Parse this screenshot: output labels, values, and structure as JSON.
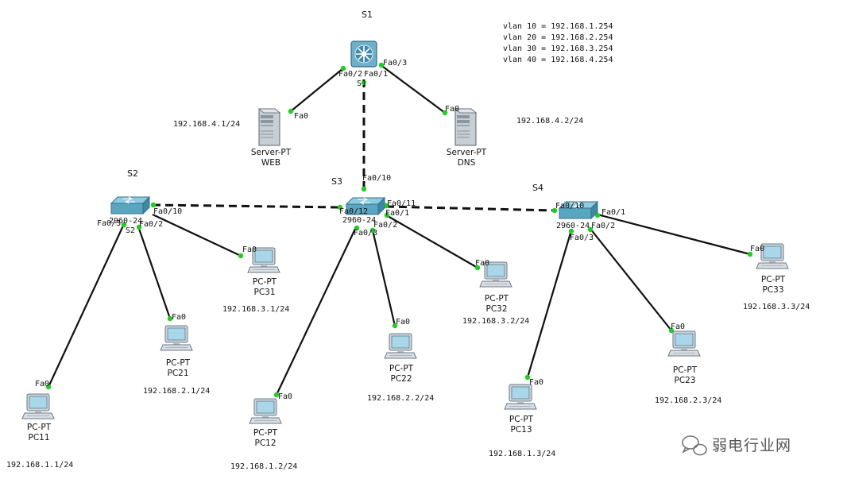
{
  "vlans": [
    "vlan 10 = 192.168.1.254",
    "vlan 20 = 192.168.2.254",
    "vlan 30 = 192.168.3.254",
    "vlan 40 = 192.168.4.254"
  ],
  "switches": {
    "s1": {
      "top": "S1",
      "model": "",
      "name": "S1"
    },
    "s2": {
      "top": "S2",
      "model": "2960-24",
      "name": "S2"
    },
    "s3": {
      "top": "S3",
      "model": "2960-24",
      "name": ""
    },
    "s4": {
      "top": "S4",
      "model": "2960-24",
      "name": ""
    }
  },
  "servers": {
    "web": {
      "type": "Server-PT",
      "name": "WEB",
      "ip": "192.168.4.1/24",
      "port": "Fa0"
    },
    "dns": {
      "type": "Server-PT",
      "name": "DNS",
      "ip": "192.168.4.2/24",
      "port": "Fa0"
    }
  },
  "pcs": {
    "pc11": {
      "type": "PC-PT",
      "name": "PC11",
      "ip": "192.168.1.1/24",
      "port": "Fa0"
    },
    "pc21": {
      "type": "PC-PT",
      "name": "PC21",
      "ip": "192.168.2.1/24",
      "port": "Fa0"
    },
    "pc31": {
      "type": "PC-PT",
      "name": "PC31",
      "ip": "192.168.3.1/24",
      "port": "Fa0"
    },
    "pc12": {
      "type": "PC-PT",
      "name": "PC12",
      "ip": "192.168.1.2/24",
      "port": "Fa0"
    },
    "pc22": {
      "type": "PC-PT",
      "name": "PC22",
      "ip": "192.168.2.2/24",
      "port": "Fa0"
    },
    "pc32": {
      "type": "PC-PT",
      "name": "PC32",
      "ip": "192.168.3.2/24",
      "port": "Fa0"
    },
    "pc13": {
      "type": "PC-PT",
      "name": "PC13",
      "ip": "192.168.1.3/24",
      "port": "Fa0"
    },
    "pc23": {
      "type": "PC-PT",
      "name": "PC23",
      "ip": "192.168.2.3/24",
      "port": "Fa0"
    },
    "pc33": {
      "type": "PC-PT",
      "name": "PC33",
      "ip": "192.168.3.3/24",
      "port": "Fa0"
    }
  },
  "ports": {
    "s1_fa02": "Fa0/2",
    "s1_fa01": "Fa0/1",
    "s1_fa03": "Fa0/3",
    "s2_fa010": "Fa0/10",
    "s2_fa03": "Fa0/3",
    "s2_fa02": "Fa0/2",
    "s3_fa010": "Fa0/10",
    "s3_fa012": "Fa0/12",
    "s3_fa011": "Fa0/11",
    "s3_fa01": "Fa0/1",
    "s3_fa02": "Fa0/2",
    "s3_fa03": "Fa0/3",
    "s4_fa010": "Fa0/10",
    "s4_fa01": "Fa0/1",
    "s4_fa02": "Fa0/2",
    "s4_fa03": "Fa0/3"
  },
  "watermark": "弱电行业网",
  "colors": {
    "link": "#111111",
    "port_ok": "#22cc22",
    "switch": "#5aa6c0",
    "pc_screen": "#a9d6e8"
  }
}
